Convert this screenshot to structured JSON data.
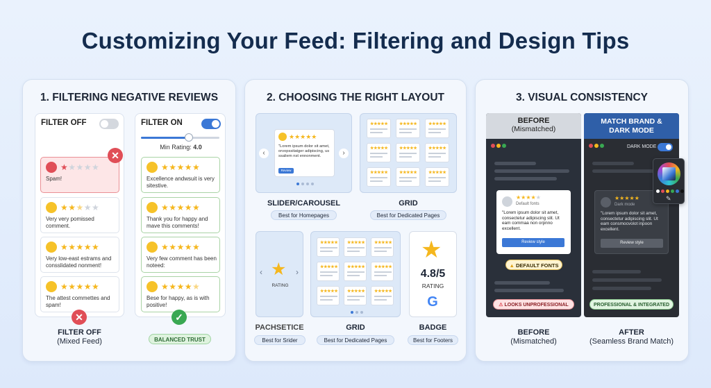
{
  "title": "Customizing Your Feed: Filtering and Design Tips",
  "panel1": {
    "title": "1. FILTERING NEGATIVE REVIEWS",
    "off_column": {
      "header": "FILTER OFF",
      "reviews": [
        {
          "rating": 1,
          "text": "Spam!"
        },
        {
          "rating": 2.5,
          "text": "Very very pomissed comment."
        },
        {
          "rating": 5,
          "text": "Very low-east estrams and consslidated nonment!"
        },
        {
          "rating": 5,
          "text": "The attest commettes and spam!"
        }
      ],
      "caption": "FILTER OFF",
      "subcaption": "(Mixed Feed)"
    },
    "on_column": {
      "header": "FILTER ON",
      "min_rating_label": "Min Rating:",
      "min_rating_value": "4.0",
      "reviews": [
        {
          "rating": 5,
          "text": "Excellence andwsuit is very sitestive."
        },
        {
          "rating": 5,
          "text": "Thank you for happy and mave this comments!"
        },
        {
          "rating": 5,
          "text": "Very few comment has been noteed:"
        },
        {
          "rating": 4.5,
          "text": "Bese for happy, as is with positive!"
        }
      ],
      "badge": "BALANCED TRUST"
    }
  },
  "panel2": {
    "title": "2. CHOOSING THE RIGHT LAYOUT",
    "slider": {
      "card_text": "\"Lorem ipsum dolor sit amet, orvopssitatger adipiscing, us ssaliem nst ennonment.",
      "card_button": "Review",
      "label": "SLIDER/CAROUSEL",
      "tag": "Best for Homepages"
    },
    "grid_top": {
      "label": "GRID",
      "tag": "Best for Dedicated Pages"
    },
    "rating_box": {
      "text": "RATING",
      "label": "PACHSETICE",
      "tag": "Best for Srider"
    },
    "grid_bottom": {
      "label": "GRID",
      "tag": "Best for Dedicated Pages"
    },
    "badge_box": {
      "score": "4.8/5",
      "text": "RATING",
      "label": "BADGE",
      "tag": "Best for Footers"
    },
    "mini_stars": "★★★★★"
  },
  "panel3": {
    "title": "3. VISUAL CONSISTENCY",
    "before": {
      "header": "BEFORE",
      "header_sub": "(Mismatched)",
      "font_label": "Default fonts",
      "card_text": "\"Lorem ipsum dolor sit amet, consectetur adipiscing slit. Ut eam commaa non orpnno excellent.",
      "button": "Review style",
      "warning": "DEFAULT FONTS",
      "badge": "LOOKS UNPROFESSIONAL",
      "caption": "BEFORE",
      "subcaption": "(Mismatched)"
    },
    "after": {
      "header": "MATCH BRAND & DARK MODE",
      "toggle_label": "DARK MODE",
      "font_label": "Dark mode",
      "card_text": "\"Lorem ipsum dolor sit amet, consectetur adipiscing slit. Ut eam consmocvolot inpoon excellent.",
      "button": "Review style",
      "badge": "PROFESSIONAL & INTEGRATED",
      "caption": "AFTER",
      "subcaption": "(Seamless Brand Match)"
    }
  },
  "colors": {
    "accent_blue": "#3b78d6",
    "positive_green": "#39a852",
    "negative_red": "#e04e57",
    "star_gold": "#f5b71e",
    "dark_panel": "#2a303a"
  }
}
